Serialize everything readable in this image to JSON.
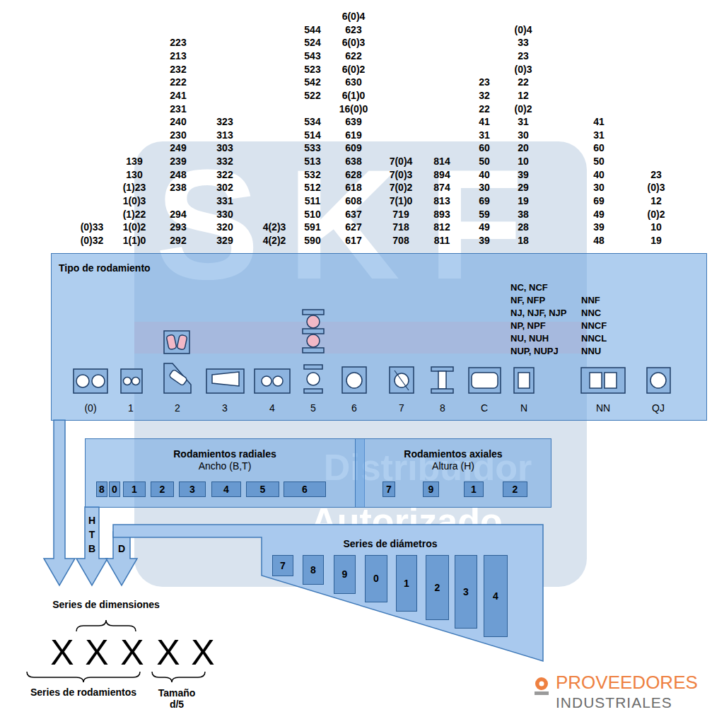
{
  "diagram": {
    "nodes": [
      {
        "text": [
          "Tipo de rodamiento"
        ]
      },
      {
        "text": [
          "Rodamientos radiales",
          "Ancho (B,T)"
        ]
      },
      {
        "text": [
          "8"
        ],
        "in": 1
      },
      {
        "text": [
          "0"
        ],
        "in": 1
      },
      {
        "text": [
          "1"
        ],
        "in": 1
      },
      {
        "text": [
          "2"
        ],
        "in": 1
      },
      {
        "text": [
          "3"
        ],
        "in": 1
      },
      {
        "text": [
          "4"
        ],
        "in": 1
      },
      {
        "text": [
          "5"
        ],
        "in": 1
      },
      {
        "text": [
          "6"
        ],
        "in": 1
      },
      {
        "text": [
          "Rodamientos axiales",
          "Altura (H)"
        ]
      },
      {
        "text": [
          "7"
        ],
        "in": 10
      },
      {
        "text": [
          "9"
        ],
        "in": 10
      },
      {
        "text": [
          "1"
        ],
        "in": 10
      },
      {
        "text": [
          "2"
        ],
        "in": 10
      },
      {
        "text": [
          "Series de diámetros"
        ]
      },
      {
        "text": [
          "7"
        ],
        "in": 15
      },
      {
        "text": [
          "8"
        ],
        "in": 15
      },
      {
        "text": [
          "9"
        ],
        "in": 15
      },
      {
        "text": [
          "0"
        ],
        "in": 15
      },
      {
        "text": [
          "1"
        ],
        "in": 15
      },
      {
        "text": [
          "2"
        ],
        "in": 15
      },
      {
        "text": [
          "3"
        ],
        "in": 15
      },
      {
        "text": [
          "4"
        ],
        "in": 15
      }
    ],
    "labels": [
      "(0)33",
      "(0)32",
      "139",
      "130",
      "(1)23",
      "1(0)3",
      "(1)22",
      "1(0)2",
      "1(1)0",
      "223",
      "213",
      "232",
      "222",
      "241",
      "231",
      "240",
      "230",
      "249",
      "239",
      "248",
      "238",
      "294",
      "293",
      "292",
      "323",
      "313",
      "303",
      "332",
      "322",
      "302",
      "331",
      "330",
      "320",
      "329",
      "4(2)3",
      "4(2)2",
      "544",
      "524",
      "543",
      "523",
      "542",
      "522",
      "534",
      "514",
      "533",
      "513",
      "532",
      "512",
      "511",
      "510",
      "591",
      "590",
      "6(0)4",
      "623",
      "6(0)3",
      "622",
      "6(0)2",
      "630",
      "6(1)0",
      "16(0)0",
      "639",
      "619",
      "609",
      "638",
      "628",
      "618",
      "608",
      "637",
      "627",
      "617",
      "7(0)4",
      "7(0)3",
      "7(0)2",
      "7(1)0",
      "719",
      "718",
      "708",
      "814",
      "894",
      "874",
      "813",
      "893",
      "812",
      "811",
      "23",
      "32",
      "22",
      "41",
      "31",
      "60",
      "50",
      "40",
      "30",
      "69",
      "59",
      "49",
      "39",
      "(0)4",
      "33",
      "23",
      "(0)3",
      "22",
      "12",
      "(0)2",
      "31",
      "30",
      "20",
      "10",
      "39",
      "29",
      "19",
      "38",
      "28",
      "18",
      "41",
      "31",
      "60",
      "50",
      "40",
      "30",
      "69",
      "49",
      "39",
      "48",
      "23",
      "(0)3",
      "12",
      "(0)2",
      "10",
      "19",
      "(0)",
      "1",
      "2",
      "3",
      "4",
      "5",
      "6",
      "7",
      "8",
      "C",
      "N",
      "NN",
      "QJ",
      "NC, NCF",
      "NF, NFP",
      "NJ, NJF, NJP",
      "NP, NPF",
      "NU, NUH",
      "NUP, NUPJ",
      "NNF",
      "NNC",
      "NNCF",
      "NNCL",
      "NNU",
      "H",
      "T",
      "B",
      "D",
      "Series de dimensiones",
      "X",
      "X",
      "X",
      "X",
      "X",
      "Series de rodamientos",
      "Tamaño d/5",
      "SKF",
      "Distribuidor",
      "Autorizado",
      "PROVEEDORES",
      "INDUSTRIALES"
    ]
  }
}
